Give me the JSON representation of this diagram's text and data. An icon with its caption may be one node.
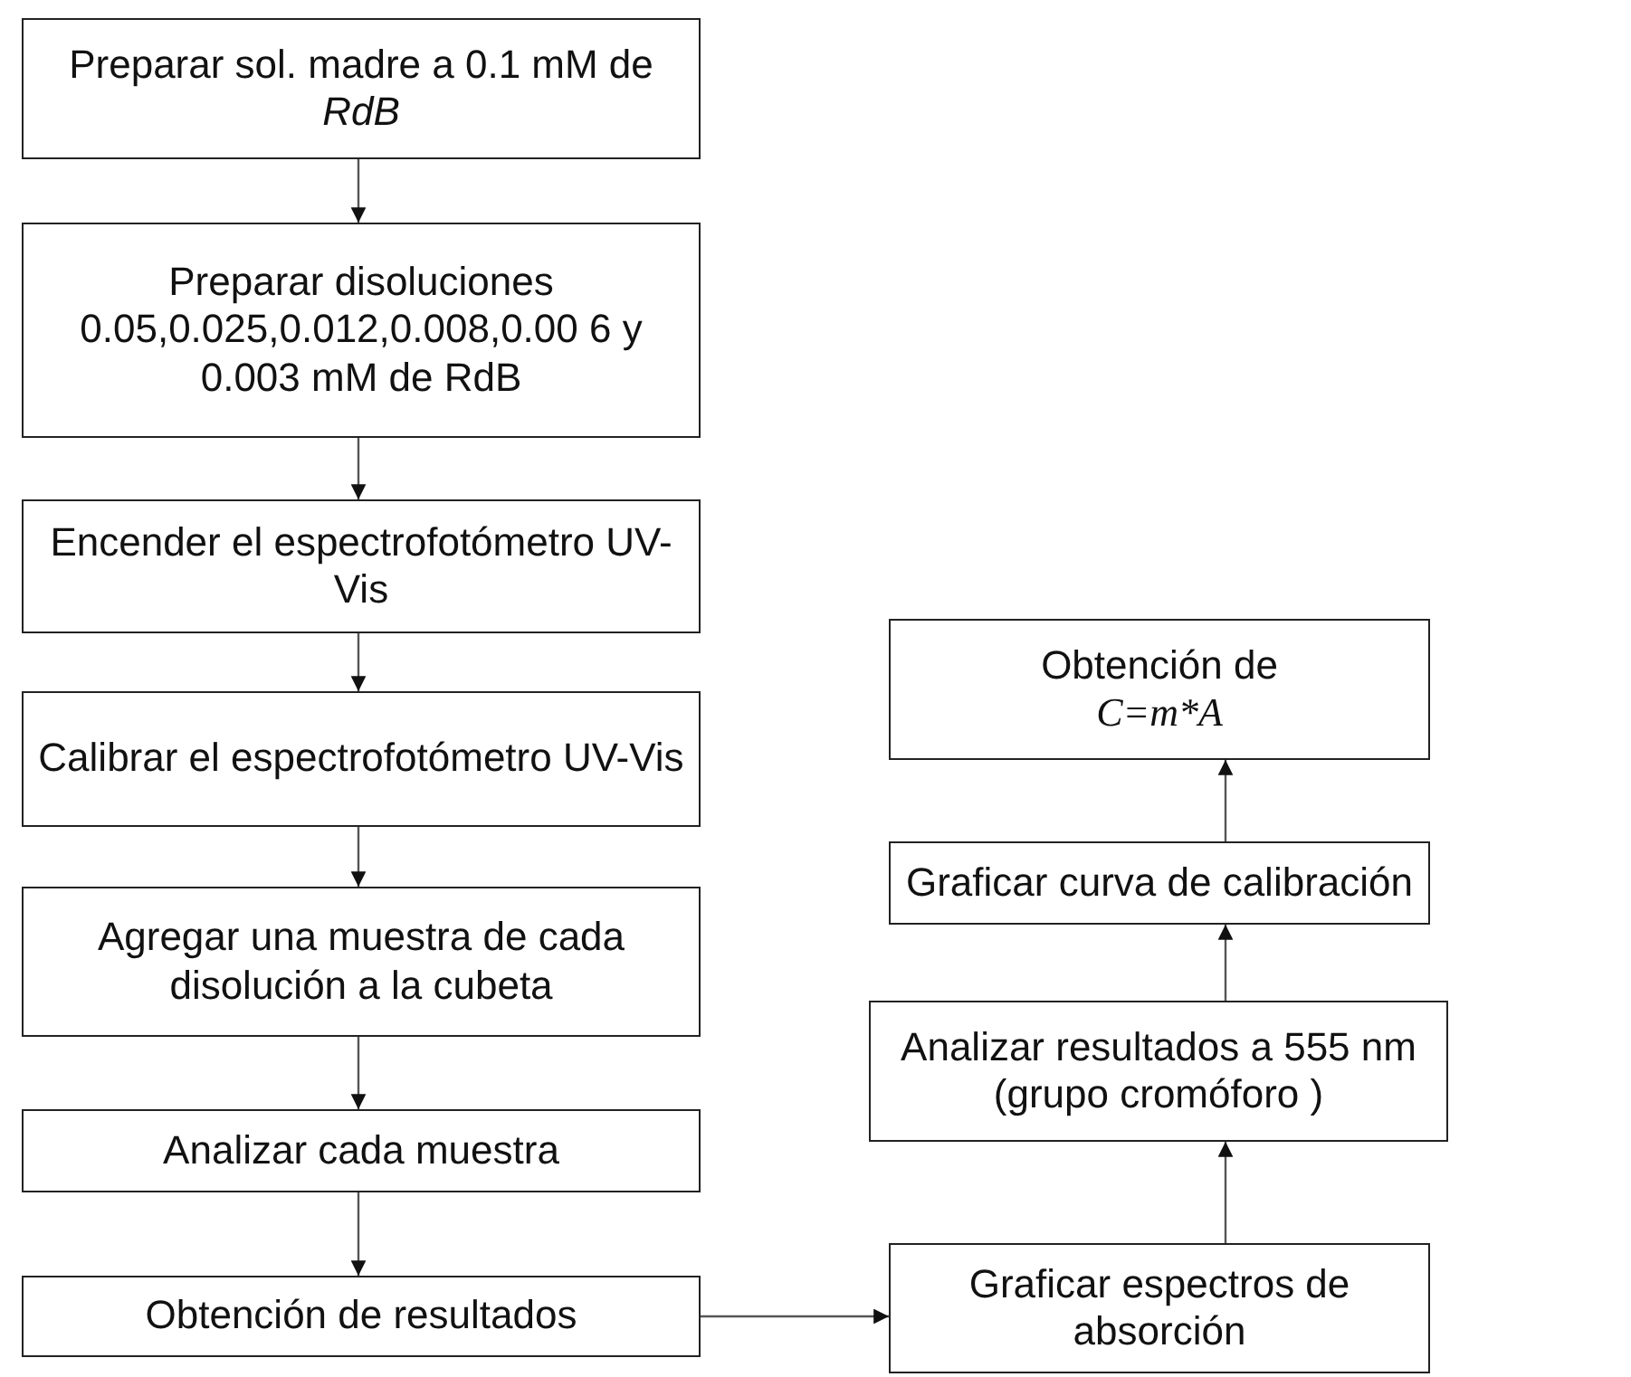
{
  "diagram": {
    "nodes": [
      {
        "text": [
          "Preparar sol. madre a 0.1 mM de *RdB*"
        ]
      },
      {
        "text": [
          "Preparar disoluciones 0.05,0.025,0.012,0.008,0.00 6 y 0.003 mM de RdB"
        ]
      },
      {
        "text": [
          "Encender el espectrofotómetro UV-Vis"
        ]
      },
      {
        "text": [
          "Calibrar el espectrofotómetro UV-Vis"
        ]
      },
      {
        "text": [
          "Agregar una muestra de cada disolución a la cubeta"
        ]
      },
      {
        "text": [
          "Analizar cada muestra"
        ]
      },
      {
        "text": [
          "Obtención de resultados"
        ]
      },
      {
        "text": [
          "Obtención de",
          "C=m*A"
        ]
      },
      {
        "text": [
          "Graficar curva de calibración"
        ]
      },
      {
        "text": [
          "Analizar resultados a 555 nm (grupo cromóforo )"
        ]
      },
      {
        "text": [
          "Graficar espectros de absorción"
        ]
      }
    ],
    "edges": [
      {
        "from": 0,
        "to": 1,
        "arrow": "to"
      },
      {
        "from": 1,
        "to": 2,
        "arrow": "to"
      },
      {
        "from": 2,
        "to": 3,
        "arrow": "to"
      },
      {
        "from": 3,
        "to": 4,
        "arrow": "to"
      },
      {
        "from": 4,
        "to": 5,
        "arrow": "to"
      },
      {
        "from": 5,
        "to": 6,
        "arrow": "to"
      },
      {
        "from": 6,
        "to": 10,
        "arrow": "to"
      },
      {
        "from": 10,
        "to": 9,
        "arrow": "to"
      },
      {
        "from": 9,
        "to": 8,
        "arrow": "to"
      },
      {
        "from": 8,
        "to": 7,
        "arrow": "to"
      }
    ]
  }
}
